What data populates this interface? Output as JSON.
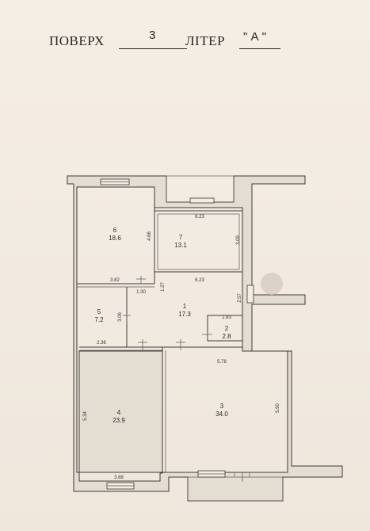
{
  "header": {
    "floor_label": "ПОВЕРХ",
    "floor_value": "3",
    "liter_label": "ЛІТЕР",
    "liter_value": "\" А \""
  },
  "rooms": [
    {
      "id": "r1",
      "number": "1",
      "area": "17.3"
    },
    {
      "id": "r2",
      "number": "2",
      "area": "2.8"
    },
    {
      "id": "r3",
      "number": "3",
      "area": "34.0"
    },
    {
      "id": "r4",
      "number": "4",
      "area": "23.9"
    },
    {
      "id": "r5",
      "number": "5",
      "area": "7.2"
    },
    {
      "id": "r6",
      "number": "6",
      "area": "18.6"
    },
    {
      "id": "r7",
      "number": "7",
      "area": "13.1"
    }
  ],
  "dimensions": {
    "d_623_top": "6.23",
    "d_623_mid": "6.23",
    "d_466": "4.66",
    "d_309": "3.09",
    "d_382": "3.82",
    "d_130": "1.30",
    "d_127": "1.27",
    "d_257": "2.57",
    "d_183": "1.83",
    "d_306": "3.06",
    "d_236": "2.36",
    "d_578": "5.78",
    "d_534": "5.34",
    "d_590": "5.90",
    "d_388": "3.88"
  }
}
